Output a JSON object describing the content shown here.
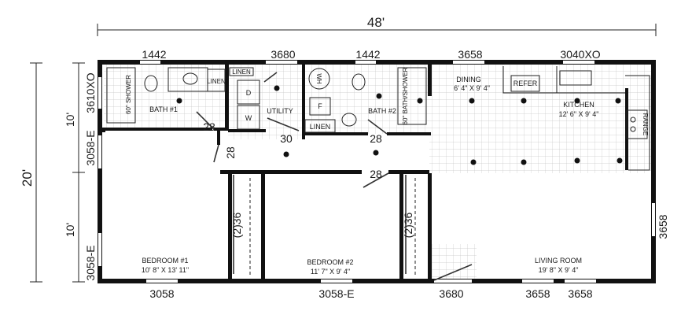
{
  "overall": {
    "width": "48'",
    "depth": "20'",
    "upper_half": "10'",
    "lower_half": "10'"
  },
  "window_labels": {
    "bath1_top": "1442",
    "utility_top": "3680",
    "bath2_top": "1442",
    "dining_top": "3658",
    "kitchen_top": "3040XO",
    "bath1_left": "3610XO",
    "bed1_left_upper": "3058-E",
    "bed1_left_lower": "3058-E",
    "bed1_bottom": "3058",
    "bed2_bottom": "3058-E",
    "front_door": "3680",
    "living_bottom_a": "3658",
    "living_bottom_b": "3658",
    "living_right": "3658"
  },
  "door_labels": {
    "bath1": "28",
    "hall_left": "28",
    "utility": "30",
    "bath2": "28",
    "bed2": "28",
    "closet1": "(2)36",
    "closet2": "(2)36"
  },
  "rooms": {
    "bath1": {
      "name": "BATH #1"
    },
    "bath2": {
      "name": "BATH #2"
    },
    "utility": {
      "name": "UTILITY"
    },
    "dining": {
      "name": "DINING",
      "size": "6' 4\" X 9' 4\""
    },
    "kitchen": {
      "name": "KITCHEN",
      "size": "12' 6\" X 9' 4\""
    },
    "bedroom1": {
      "name": "BEDROOM #1",
      "size": "10' 8\" X 13' 11\""
    },
    "bedroom2": {
      "name": "BEDROOM #2",
      "size": "11' 7\" X 9' 4\""
    },
    "living": {
      "name": "LIVING ROOM",
      "size": "19' 8\" X 9' 4\""
    }
  },
  "fixtures": {
    "shower1": "60\" SHOWER",
    "shower2": "60\" BATH/SHOWER",
    "linen_bath1": "LINEN",
    "linen_utility": "LINEN",
    "linen_hall": "LINEN",
    "dryer": "D",
    "washer": "W",
    "furnace": "F",
    "water_heater": "WH",
    "refrigerator": "REFER",
    "range": "RANGE"
  }
}
